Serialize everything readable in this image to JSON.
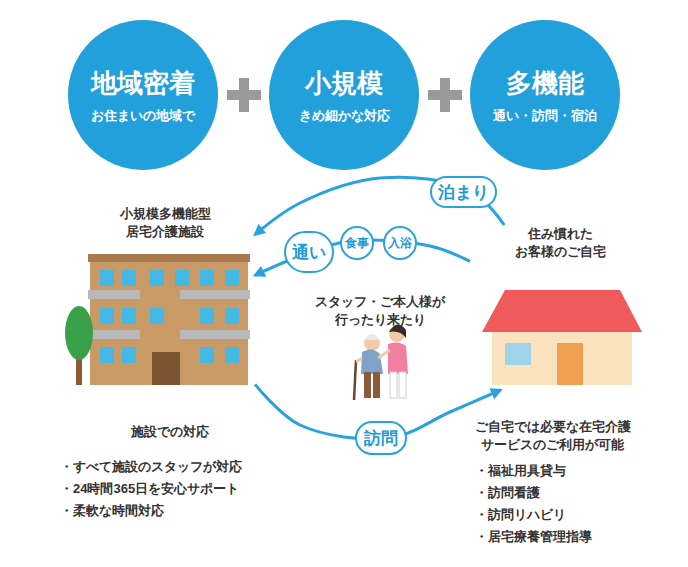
{
  "diagram": {
    "nodes": [
      {
        "text": [
          "地域密着",
          "お住まいの地域で"
        ]
      },
      {
        "text": [
          "小規模",
          "きめ細かな対応"
        ]
      },
      {
        "text": [
          "多機能",
          "通い・訪問・宿泊"
        ]
      },
      {
        "text": [
          "小規模多機能型 居宅介護施設"
        ]
      },
      {
        "text": [
          "住み慣れた お客様のご自宅"
        ]
      }
    ],
    "edges": [
      {
        "from": 4,
        "to": 3,
        "arrow": "to",
        "label": "泊まり"
      },
      {
        "from": 4,
        "to": 3,
        "arrow": "to",
        "label": "通い"
      },
      {
        "from": 3,
        "to": 4,
        "arrow": "to",
        "label": "訪問"
      }
    ],
    "labels": [
      "食事",
      "入浴",
      "スタッフ・ご本人様が 行ったり来たり",
      "施設での対応",
      "・すべて施設のスタッフが対応",
      "・24時間365日を安心サポート",
      "・柔軟な時間対応",
      "ご自宅では必要な在宅介護 サービスのご利用が可能",
      "・福祉用具貸与",
      "・訪問看護",
      "・訪問リハビリ",
      "・居宅療養管理指導"
    ]
  }
}
